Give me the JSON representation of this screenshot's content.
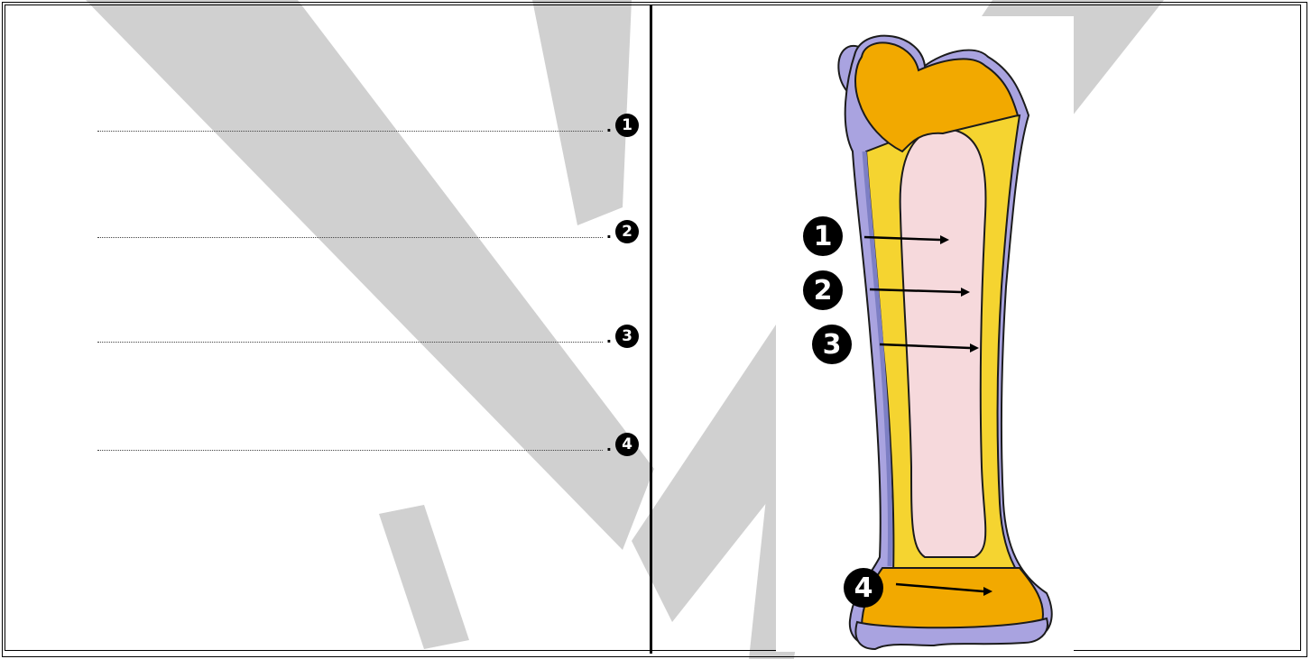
{
  "answers": [
    {
      "number": "1"
    },
    {
      "number": "2"
    },
    {
      "number": "3"
    },
    {
      "number": "4"
    }
  ],
  "diagram": {
    "labels": [
      "1",
      "2",
      "3",
      "4"
    ],
    "colors": {
      "cartilage": "#a9a3e0",
      "spongy_bone": "#f2a900",
      "compact_bone": "#f5d430",
      "marrow": "#f6d9dc",
      "outline": "#1b1b1b"
    }
  }
}
